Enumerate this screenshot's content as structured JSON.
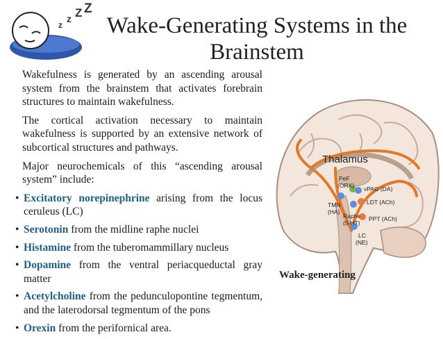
{
  "slide": {
    "title": "Wake-Generating Systems in the Brainstem",
    "paragraphs": [
      "Wakefulness is generated by an ascending arousal system from the brainstem that activates forebrain structures to maintain wakefulness.",
      "The cortical activation necessary to maintain wakefulness is supported by an extensive network of subcortical structures and pathways.",
      "Major neurochemicals of this “ascending arousal system” include:"
    ],
    "bullets": [
      {
        "term": "Excitatory norepinephrine",
        "rest": " arising from the locus ceruleus (LC)"
      },
      {
        "term": "Serotonin",
        "rest": " from the midline raphe nuclei"
      },
      {
        "term": "Histamine",
        "rest": " from the tuberomammillary nucleus"
      },
      {
        "term": "Dopamine",
        "rest": " from the ventral periacqueductal gray matter"
      },
      {
        "term": "Acetylcholine",
        "rest": " from the pedunculopontine tegmentum, and the laterodorsal tegmentum of the pons"
      },
      {
        "term": "Orexin",
        "rest": " from the perifornical area."
      }
    ],
    "bullet_char": "•"
  },
  "figure": {
    "thalamus": "Thalamus",
    "caption": "Wake-generating",
    "labels": {
      "pef": "PeF",
      "orx": "(ORX)",
      "vpag": "vPAG (DA)",
      "tmn": "TMN",
      "ha": "(HA)",
      "ldt": "LDT (ACh)",
      "raphe": "Raphe",
      "ht": "(5-HT)",
      "ppt": "PPT (ACh)",
      "lc": "LC",
      "ne": "(NE)"
    }
  },
  "icon": {
    "zzz": "z z Z Z"
  },
  "colors": {
    "accent": "#1f5f86",
    "pathway": "#e0792a",
    "node_blue": "#5b8fd9",
    "node_green": "#7cb342",
    "node_orange": "#ea7b3c"
  }
}
